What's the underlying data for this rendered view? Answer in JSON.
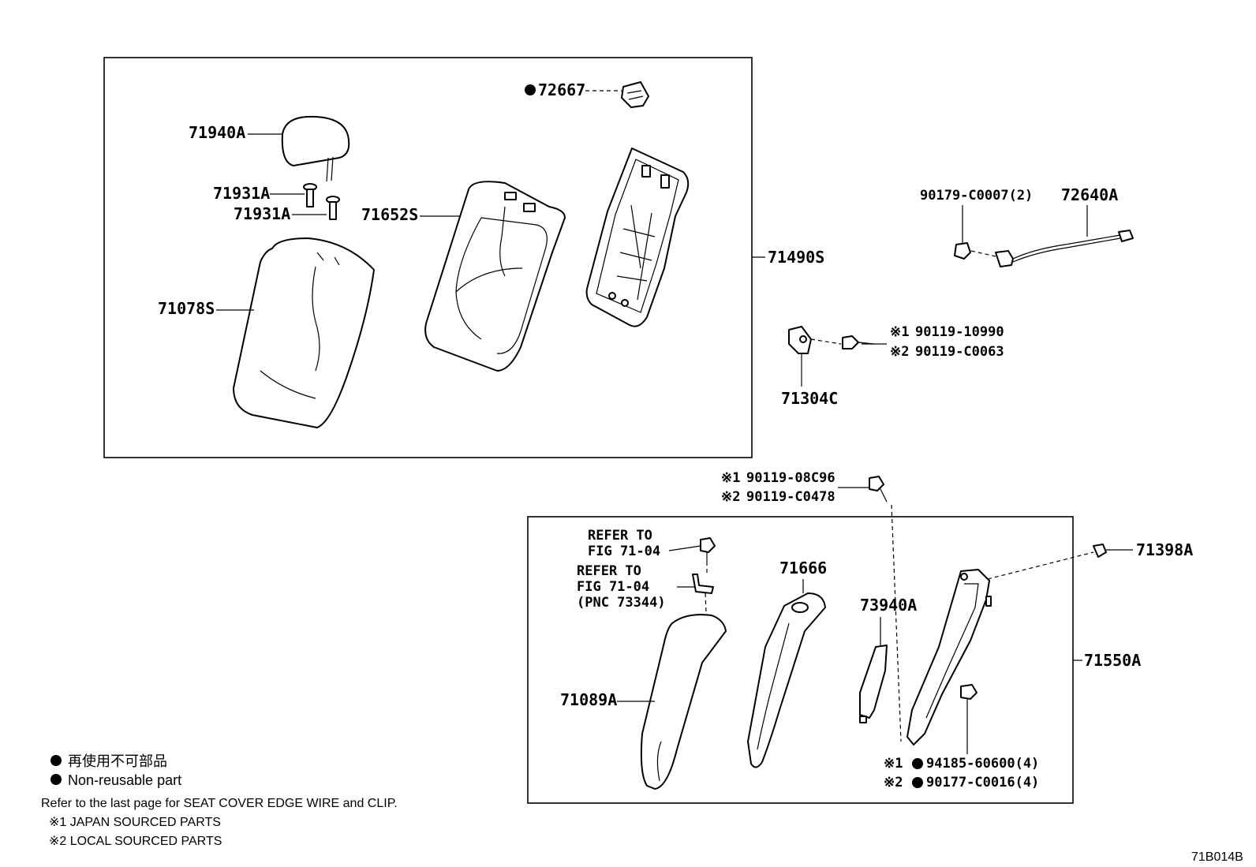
{
  "labels": {
    "p72667": "72667",
    "p71940A": "71940A",
    "p71931A_1": "71931A",
    "p71931A_2": "71931A",
    "p71652S": "71652S",
    "p71078S": "71078S",
    "p71490S": "71490S",
    "p90179": "90179-C0007(2)",
    "p72640A": "72640A",
    "p90119_10990": "90119-10990",
    "p90119_C0063": "90119-C0063",
    "p71304C": "71304C",
    "p90119_08C96": "90119-08C96",
    "p90119_C0478": "90119-C0478",
    "refer1_line1": "REFER TO",
    "refer1_line2": "FIG 71-04",
    "refer2_line1": "REFER TO",
    "refer2_line2": "FIG 71-04",
    "refer2_line3": "(PNC 73344)",
    "p71666": "71666",
    "p73940A": "73940A",
    "p71398A": "71398A",
    "p71550A": "71550A",
    "p71089A": "71089A",
    "p94185": "94185-60600(4)",
    "p90177": "90177-C0016(4)",
    "mark1": "※1",
    "mark2": "※2"
  },
  "legend": {
    "nonreusable_jp": "再使用不可部品",
    "nonreusable_en": "Non-reusable part",
    "refer_note": "Refer to the last page for SEAT COVER EDGE WIRE and CLIP.",
    "japan_sourced": "※1 JAPAN SOURCED PARTS",
    "local_sourced": "※2 LOCAL SOURCED PARTS"
  },
  "figure_id": "71B014B"
}
